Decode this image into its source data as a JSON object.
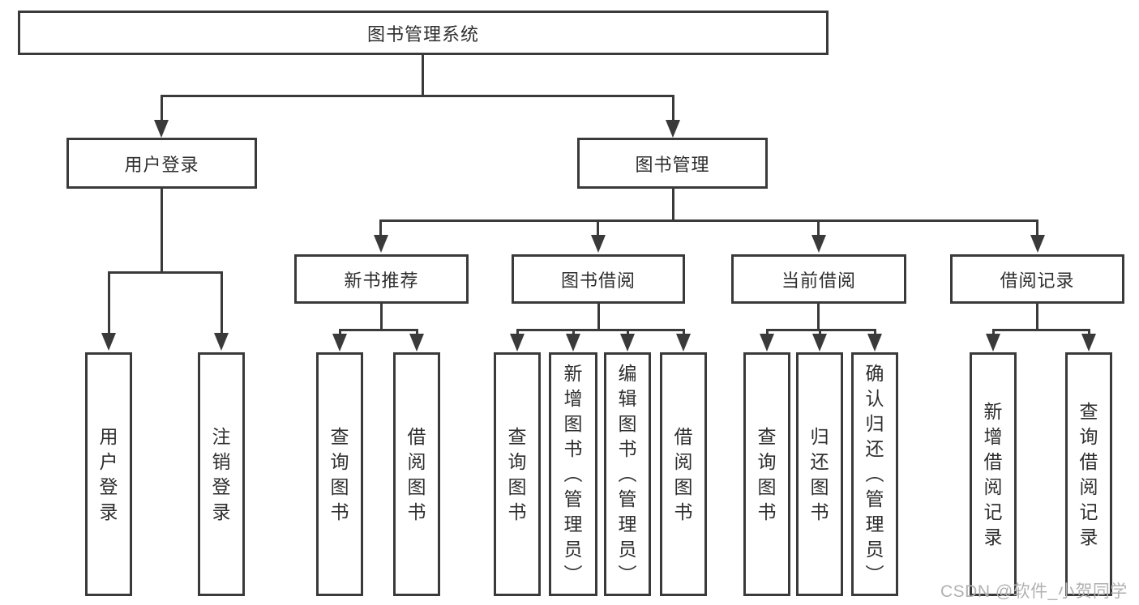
{
  "tree": {
    "root": "图书管理系统",
    "children": [
      {
        "label": "用户登录",
        "children": [
          "用户登录",
          "注销登录"
        ]
      },
      {
        "label": "图书管理",
        "children": [
          {
            "label": "新书推荐",
            "children": [
              "查询图书",
              "借阅图书"
            ]
          },
          {
            "label": "图书借阅",
            "children": [
              "查询图书",
              "新增图书（管理员）",
              "编辑图书（管理员）",
              "借阅图书"
            ]
          },
          {
            "label": "当前借阅",
            "children": [
              "查询图书",
              "归还图书",
              "确认归还（管理员）"
            ]
          },
          {
            "label": "借阅记录",
            "children": [
              "新增借阅记录",
              "查询借阅记录"
            ]
          }
        ]
      }
    ]
  },
  "watermark": "CSDN @软件_小贺同学",
  "colors": {
    "line": "#3a3a3a",
    "text": "#2e2e2e",
    "background": "#ffffff",
    "watermark": "#b1b1b1"
  }
}
